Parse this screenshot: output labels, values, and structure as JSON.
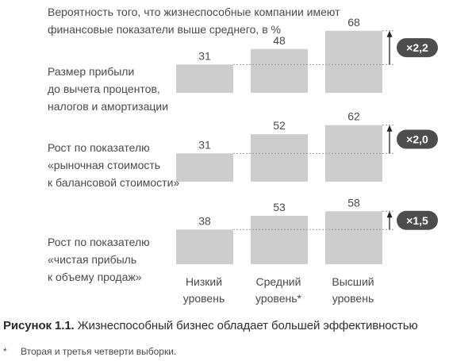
{
  "header": "Вероятность того, что жизнеспособные компании имеют\nфинансовые показатели выше среднего, в %",
  "chart_data": {
    "type": "bar",
    "categories": [
      "Низкий\nуровень",
      "Средний\nуровень*",
      "Высший\nуровень"
    ],
    "groups": [
      {
        "label": "Размер прибыли\nдо вычета процентов,\nналогов и амортизации",
        "values": [
          31,
          48,
          68
        ],
        "multiplier": "×2,2"
      },
      {
        "label": "Рост по показателю\n«рыночная стоимость\nк балансовой стоимости»",
        "values": [
          31,
          52,
          62
        ],
        "multiplier": "×2,0"
      },
      {
        "label": "Рост по показателю\n«чистая прибыль\nк объему продаж»",
        "values": [
          38,
          53,
          58
        ],
        "multiplier": "×1,5"
      }
    ],
    "colors": {
      "bar": "#cdcdcd",
      "badge": "#4d4d4d",
      "badge_text": "#ffffff",
      "arrow": "#222222"
    }
  },
  "caption": {
    "label": "Рисунок 1.1.",
    "text": "Жизнеспособный бизнес обладает большей эффективностью"
  },
  "footnote": {
    "mark": "*",
    "text": "Вторая и третья четверти выборки."
  }
}
